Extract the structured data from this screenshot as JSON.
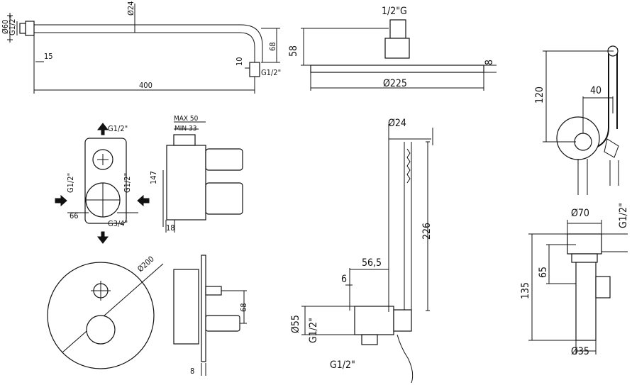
{
  "shower_arm": {
    "thread": "G1/2\"",
    "flange_dia": "Ø60",
    "pipe_dia": "Ø24",
    "offset": "15",
    "length": "400",
    "drop": "68",
    "tip": "10",
    "outlet_thread": "G1/2\""
  },
  "shower_head": {
    "thread": "1/2\"G",
    "height": "58",
    "thickness": "8",
    "diameter": "Ø225"
  },
  "hand_shower": {
    "height": "120",
    "reach": "40"
  },
  "mixer_body": {
    "top_thread": "G1/2\"",
    "left_thread": "G1/2\"",
    "right_thread": "G1/2\"",
    "bottom_thread": "G3/4\"",
    "offset": "66",
    "max": "MAX 50",
    "min": "MIN 33",
    "height": "147",
    "base": "18"
  },
  "mixer_plate": {
    "diameter": "Ø200",
    "projection": "68",
    "plate": "8"
  },
  "shower_kit": {
    "hose_dia": "Ø24",
    "offset": "56,5",
    "wall": "6",
    "height": "226",
    "flange_dia": "Ø55",
    "inlet_thread": "G1/2\"",
    "outlet_thread": "G1/2\""
  },
  "wall_outlet": {
    "top_dia": "Ø70",
    "thread": "G1/2\"",
    "mid": "65",
    "total": "135",
    "bottom_dia": "Ø35"
  }
}
